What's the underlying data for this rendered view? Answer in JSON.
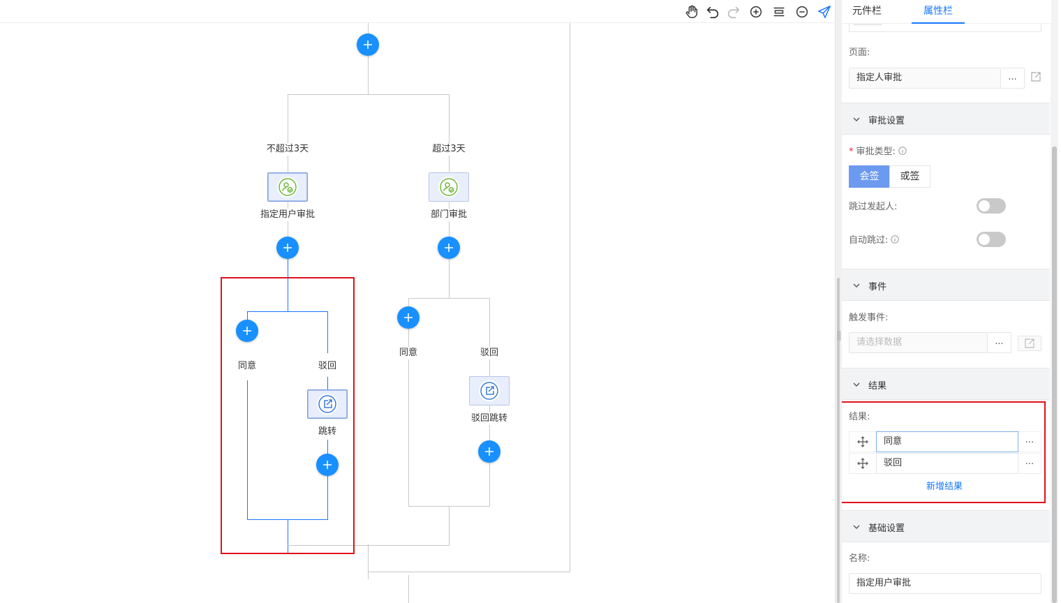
{
  "toolbar": {
    "icons": [
      "hand-icon",
      "undo-icon",
      "redo-icon",
      "zoom-in-icon",
      "fit-icon",
      "zoom-out-icon",
      "send-icon"
    ]
  },
  "flow": {
    "branch_left_condition": "不超过3天",
    "branch_right_condition": "超过3天",
    "node_left_approval": "指定用户审批",
    "node_right_approval": "部门审批",
    "left_result_agree": "同意",
    "left_result_reject": "驳回",
    "left_jump_node": "跳转",
    "right_result_agree": "同意",
    "right_result_reject": "驳回",
    "right_jump_node": "驳回跳转"
  },
  "panel": {
    "tabs": [
      {
        "label": "元件栏",
        "active": false
      },
      {
        "label": "属性栏",
        "active": true
      }
    ],
    "page_label": "页面:",
    "page_value": "指定人审批",
    "approval_section": "审批设置",
    "approval_type_label": "审批类型:",
    "approval_types": [
      "会签",
      "或签"
    ],
    "skip_initiator_label": "跳过发起人:",
    "auto_skip_label": "自动跳过:",
    "event_section": "事件",
    "trigger_event_label": "触发事件:",
    "trigger_event_placeholder": "请选择数据",
    "result_section": "结果",
    "results_label": "结果:",
    "results": [
      "同意",
      "驳回"
    ],
    "add_result": "新增结果",
    "basic_section": "基础设置",
    "name_label": "名称:",
    "name_value": "指定用户审批",
    "dots": "...",
    "tag_remove": "×"
  },
  "colors": {
    "accent": "#1677ff",
    "add_button": "#1890ff",
    "highlight": "#e0101a",
    "segment_on": "#6c9af0"
  }
}
